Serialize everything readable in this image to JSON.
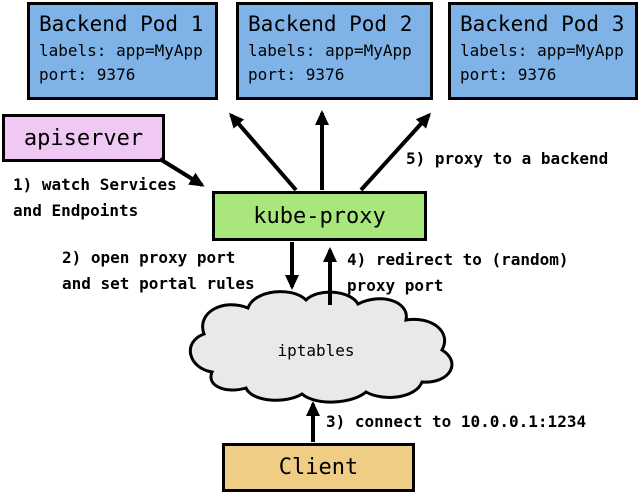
{
  "nodes": {
    "pods": [
      {
        "title": "Backend Pod 1",
        "labels": "labels: app=MyApp",
        "port": "port: 9376"
      },
      {
        "title": "Backend Pod 2",
        "labels": "labels: app=MyApp",
        "port": "port: 9376"
      },
      {
        "title": "Backend Pod 3",
        "labels": "labels: app=MyApp",
        "port": "port: 9376"
      }
    ],
    "apiserver": {
      "title": "apiserver"
    },
    "kube_proxy": {
      "title": "kube-proxy"
    },
    "iptables": {
      "title": "iptables"
    },
    "client": {
      "title": "Client"
    }
  },
  "annotations": {
    "step1": "1) watch Services\nand Endpoints",
    "step2": "2) open proxy port\nand set portal rules",
    "step3": "3) connect to 10.0.0.1:1234",
    "step4": "4) redirect to (random)\nproxy port",
    "step5": "5) proxy to a backend"
  },
  "colors": {
    "pod_fill": "#7FB3E8",
    "apiserver_fill": "#EFC9F3",
    "kube_proxy_fill": "#A9E77C",
    "client_fill": "#EFCD85",
    "cloud_fill": "#E9E9E9",
    "border": "#000000",
    "arrow": "#000000"
  }
}
